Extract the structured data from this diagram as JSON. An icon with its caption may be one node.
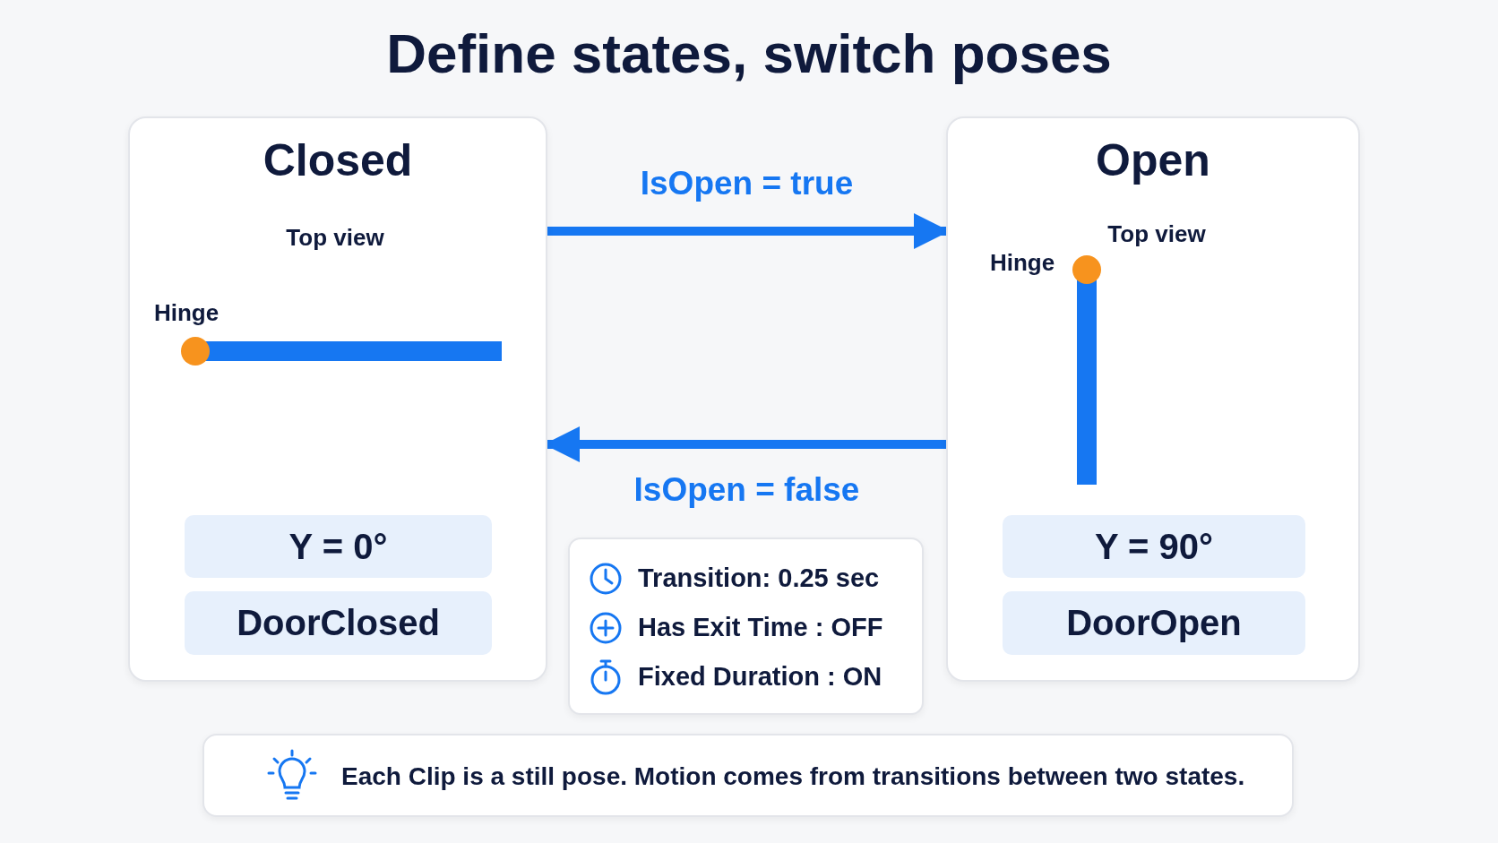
{
  "diagram": {
    "title": "Define states, switch poses",
    "nodes": [
      {
        "text": [
          "Closed"
        ]
      },
      {
        "text": [
          "Y = 0°"
        ],
        "in": 0
      },
      {
        "text": [
          "DoorClosed"
        ],
        "in": 0
      },
      {
        "text": [
          "Open"
        ]
      },
      {
        "text": [
          "Y = 90°"
        ],
        "in": 3
      },
      {
        "text": [
          "DoorOpen"
        ],
        "in": 3
      },
      {
        "text": [
          "Transition: 0.25 sec",
          "Has Exit Time : OFF",
          "Fixed Duration : ON"
        ]
      },
      {
        "text": [
          "Each Clip is a still pose. Motion comes from transitions between two states."
        ]
      }
    ],
    "edges": [
      {
        "from": 0,
        "to": 3,
        "arrow": "to",
        "label": "IsOpen = true"
      },
      {
        "from": 3,
        "to": 0,
        "arrow": "to",
        "label": "IsOpen = false"
      }
    ],
    "labels": [
      "Top view",
      "Hinge",
      "Top view",
      "Hinge"
    ]
  }
}
